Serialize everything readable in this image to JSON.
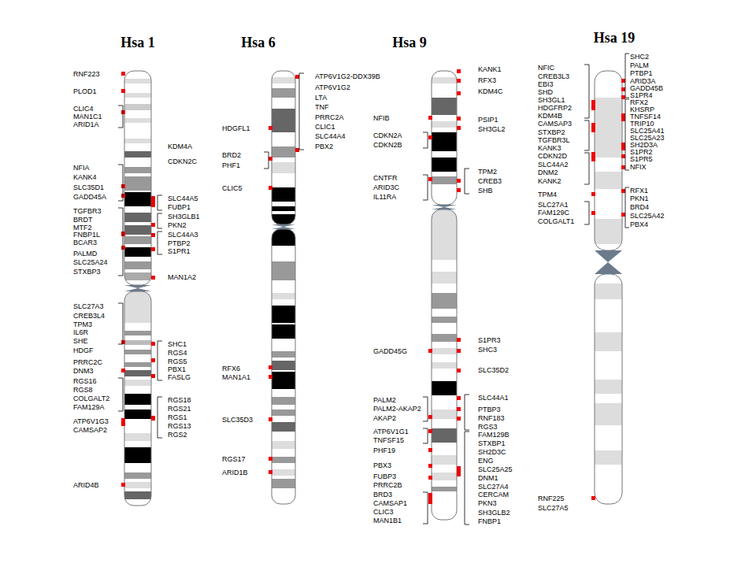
{
  "diagram": {
    "labels": [
      "Hsa 1",
      "Hsa 6",
      "Hsa 9",
      "Hsa 19",
      "RNF223",
      "PLOD1",
      "CLIC4",
      "MAN1C1",
      "ARID1A",
      "NFIA",
      "KANK4",
      "SLC35D1",
      "GADD45A",
      "TGFBR3",
      "BRDT",
      "MTF2",
      "FNBP1L",
      "BCAR3",
      "PALMD",
      "SLC25A24",
      "STXBP3",
      "SLC27A3",
      "CREB3L4",
      "TPM3",
      "IL6R",
      "SHE",
      "HDGF",
      "PRRC2C",
      "DNM3",
      "RGS16",
      "RGS8",
      "COLGALT2",
      "FAM129A",
      "ATP6V1G3",
      "CAMSAP2",
      "ARID4B",
      "KDM4A",
      "CDKN2C",
      "SLC44A5",
      "FUBP1",
      "SH3GLB1",
      "PKN2",
      "SLC44A3",
      "PTBP2",
      "S1PR1",
      "MAN1A2",
      "SHC1",
      "RGS4",
      "RGS5",
      "PBX1",
      "FASLG",
      "RGS18",
      "RGS21",
      "RGS1",
      "RGS13",
      "RGS2",
      "ATP6V1G2-DDX39B",
      "ATP6V1G2",
      "LTA",
      "TNF",
      "PRRC2A",
      "CLIC1",
      "SLC44A4",
      "PBX2",
      "HDGFL1",
      "BRD2",
      "PHF1",
      "CLIC5",
      "RFX6",
      "MAN1A1",
      "SLC35D3",
      "RGS17",
      "ARID1B",
      "KANK1",
      "RFX3",
      "KDM4C",
      "PSIP1",
      "SH3GL2",
      "TPM2",
      "CREB3",
      "SHB",
      "S1PR3",
      "SHC3",
      "SLC35D2",
      "SLC44A1",
      "PTBP3",
      "RNF183",
      "RGS3",
      "FAM129B",
      "STXBP1",
      "SH2D3C",
      "ENG",
      "SLC25A25",
      "DNM1",
      "SLC27A4",
      "CERCAM",
      "PKN3",
      "SH3GLB2",
      "FNBP1",
      "NFIB",
      "CDKN2A",
      "CDKN2B",
      "CNTFR",
      "ARID3C",
      "IL11RA",
      "GADD45G",
      "PALM2",
      "PALM2-AKAP2",
      "AKAP2",
      "ATP6V1G1",
      "TNFSF15",
      "PHF19",
      "PBX3",
      "FUBP3",
      "PRRC2B",
      "BRD3",
      "CAMSAP1",
      "CLIC3",
      "MAN1B1",
      "NFIC",
      "CREB3L3",
      "EBI3",
      "SHD",
      "SH3GL1",
      "HDGFRP2",
      "KDM4B",
      "CAMSAP3",
      "STXBP2",
      "TGFBR3L",
      "KANK3",
      "CDKN2D",
      "SLC44A2",
      "DNM2",
      "KANK2",
      "TPM4",
      "SLC27A1",
      "FAM129C",
      "COLGALT1",
      "RNF225",
      "SLC27A5",
      "SHC2",
      "PALM",
      "PTBP1",
      "ARID3A",
      "GADD45B",
      "S1PR4",
      "RFX2",
      "KHSRP",
      "TNFSF14",
      "TRIP10",
      "SLC25A41",
      "SLC25A23",
      "SH2D3A",
      "S1PR2",
      "S1PR5",
      "NFIX",
      "RFX1",
      "PKN1",
      "BRD4",
      "SLC25A42",
      "PBX4"
    ]
  }
}
